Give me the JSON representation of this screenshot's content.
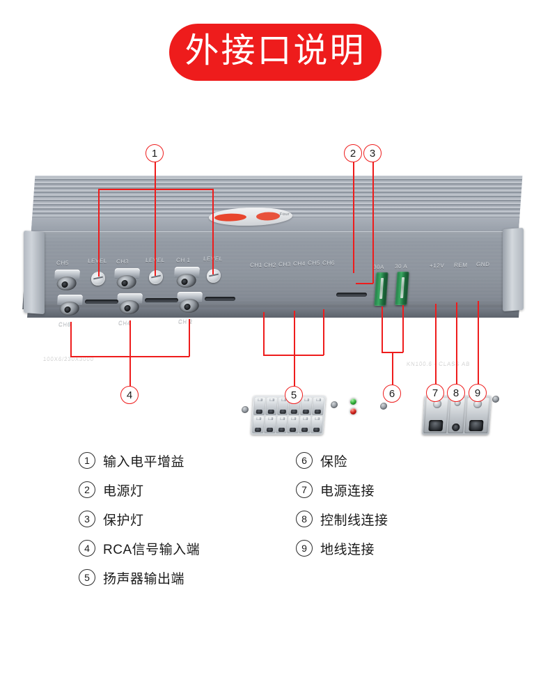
{
  "title": {
    "text": "外接口说明"
  },
  "colors": {
    "banner_bg": "#ee1c1c",
    "callout_ring": "#ee1c1c",
    "leader_line": "#ee1c1c",
    "legend_text": "#1a1a1a",
    "led_power": "#2faa35",
    "led_protect": "#cc1f18",
    "fuse_body": "#2f8f52",
    "chassis": "#9aa1aa"
  },
  "product": {
    "top_model_text": "KN100.6 - CLASS AB",
    "top_spec_text": "100X6/230X3000",
    "logo_text": "Four",
    "panel_labels": {
      "rca_top": [
        "CH5",
        "CH3",
        "CH 1"
      ],
      "rca_bottom": [
        "CH6",
        "CH4",
        "CH 2"
      ],
      "level": [
        "LEVEL",
        "LEVEL",
        "LEVEL"
      ],
      "speaker_channels": [
        "CH1",
        "CH2",
        "CH3",
        "CH4",
        "CH5",
        "CH6"
      ],
      "fuses": [
        "30A",
        "30 A"
      ],
      "power_terminals": [
        "+12V",
        "REM",
        "GND"
      ]
    }
  },
  "callouts": [
    {
      "id": "1",
      "number": "①"
    },
    {
      "id": "2",
      "number": "②"
    },
    {
      "id": "3",
      "number": "③"
    },
    {
      "id": "4",
      "number": "④"
    },
    {
      "id": "5",
      "number": "⑤"
    },
    {
      "id": "6",
      "number": "⑥"
    },
    {
      "id": "7",
      "number": "⑦"
    },
    {
      "id": "8",
      "number": "⑧"
    },
    {
      "id": "9",
      "number": "⑨"
    }
  ],
  "callout_digits": {
    "n1": "1",
    "n2": "2",
    "n3": "3",
    "n4": "4",
    "n5": "5",
    "n6": "6",
    "n7": "7",
    "n8": "8",
    "n9": "9"
  },
  "legend": {
    "left": [
      {
        "num": "①",
        "label": "输入电平增益"
      },
      {
        "num": "②",
        "label": "电源灯"
      },
      {
        "num": "③",
        "label": "保护灯"
      },
      {
        "num": "④",
        "label": "RCA信号输入端"
      },
      {
        "num": "⑤",
        "label": "扬声器输出端"
      }
    ],
    "right": [
      {
        "num": "⑥",
        "label": "保险"
      },
      {
        "num": "⑦",
        "label": " 电源连接"
      },
      {
        "num": "⑧",
        "label": "控制线连接"
      },
      {
        "num": "⑨",
        "label": "地线连接"
      }
    ]
  },
  "legend_nums": {
    "d1": "1",
    "d2": "2",
    "d3": "3",
    "d4": "4",
    "d5": "5",
    "d6": "6",
    "d7": "7",
    "d8": "8",
    "d9": "9"
  }
}
